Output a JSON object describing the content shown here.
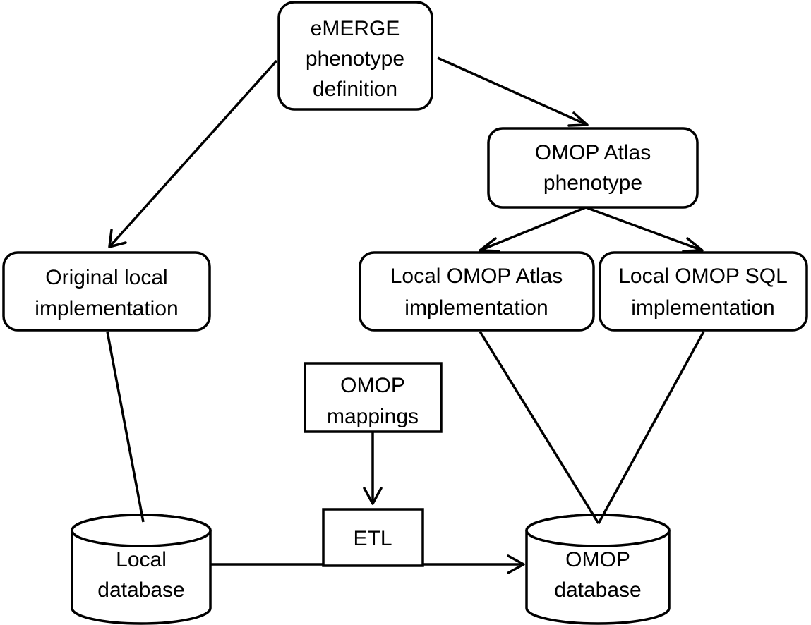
{
  "nodes": {
    "emerge": {
      "lines": [
        "eMERGE",
        "phenotype",
        "definition"
      ]
    },
    "atlas_phenotype": {
      "lines": [
        "OMOP Atlas",
        "phenotype"
      ]
    },
    "original_local": {
      "lines": [
        "Original local",
        "implementation"
      ]
    },
    "local_atlas": {
      "lines": [
        "Local OMOP Atlas",
        "implementation"
      ]
    },
    "local_sql": {
      "lines": [
        "Local OMOP SQL",
        "implementation"
      ]
    },
    "omop_mappings": {
      "lines": [
        "OMOP",
        "mappings"
      ]
    },
    "etl": {
      "lines": [
        "ETL"
      ]
    },
    "local_db": {
      "lines": [
        "Local",
        "database"
      ]
    },
    "omop_db": {
      "lines": [
        "OMOP",
        "database"
      ]
    }
  },
  "colors": {
    "stroke": "#000000",
    "fill": "#ffffff",
    "text": "#000000"
  }
}
